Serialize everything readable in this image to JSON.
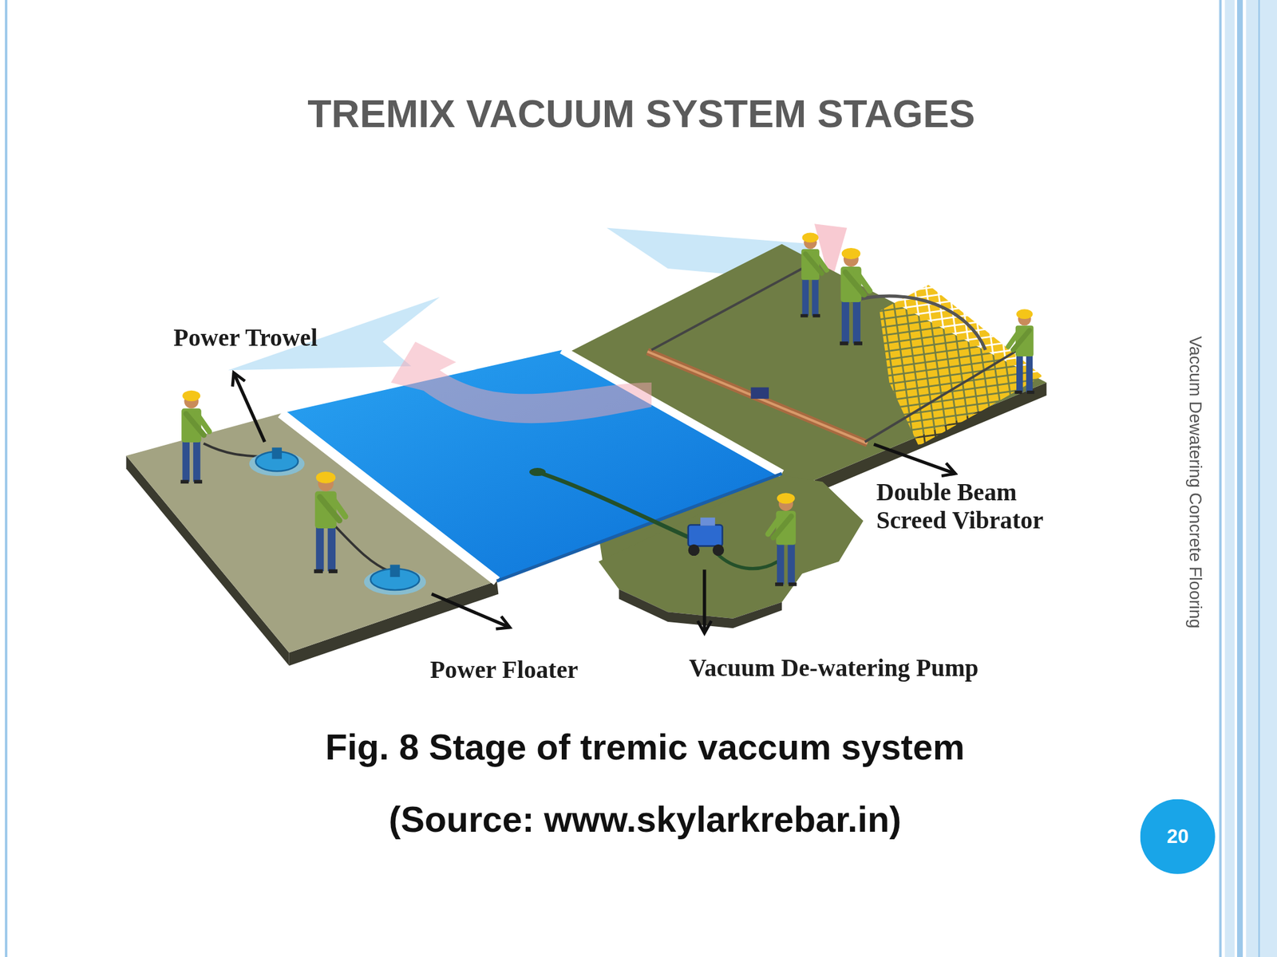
{
  "diagram": {
    "title": "TREMIX VACUUM SYSTEM STAGES",
    "caption": "Fig. 8 Stage of tremic vaccum system",
    "nodes": [
      {
        "text": [
          "20"
        ]
      }
    ],
    "labels": [
      "Power Trowel",
      "Double Beam Screed Vibrator",
      "Power Floater",
      "Vacuum De-watering Pump",
      "(Source: www.skylarkrebar.in)",
      "Vaccum Dewatering Concrete Flooring"
    ]
  }
}
